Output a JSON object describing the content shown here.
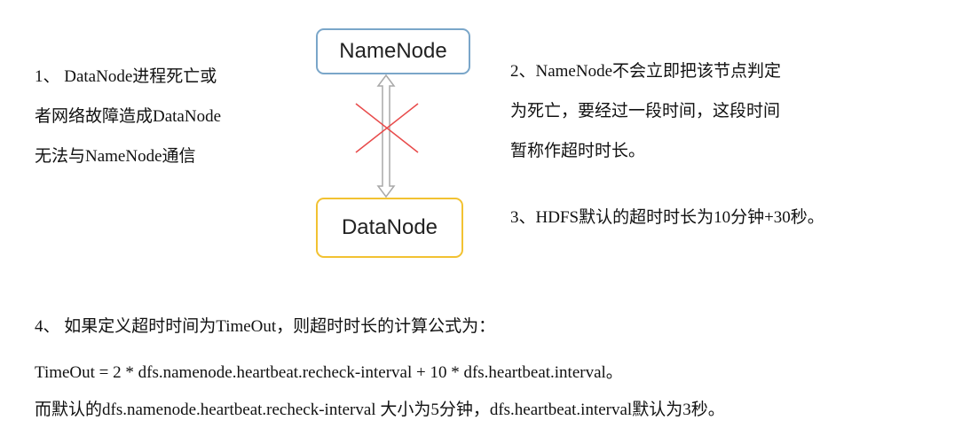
{
  "diagram": {
    "namenode_label": "NameNode",
    "datanode_label": "DataNode",
    "colors": {
      "namenode_border": "#7aa6c9",
      "datanode_border": "#f2c232",
      "arrow": "#a8a8a8",
      "cross": "#e84a4a"
    }
  },
  "notes": {
    "note1_lines": [
      "1、 DataNode进程死亡或",
      "者网络故障造成DataNode",
      "无法与NameNode通信"
    ],
    "note2_lines": [
      "2、NameNode不会立即把该节点判定",
      "为死亡，要经过一段时间，这段时间",
      "暂称作超时时长。"
    ],
    "note3": "3、HDFS默认的超时时长为10分钟+30秒。",
    "note4": "4、 如果定义超时时间为TimeOut，则超时时长的计算公式为：",
    "formula": "TimeOut  = 2 * dfs.namenode.heartbeat.recheck-interval + 10 * dfs.heartbeat.interval。",
    "default_note": "而默认的dfs.namenode.heartbeat.recheck-interval 大小为5分钟，dfs.heartbeat.interval默认为3秒。"
  }
}
